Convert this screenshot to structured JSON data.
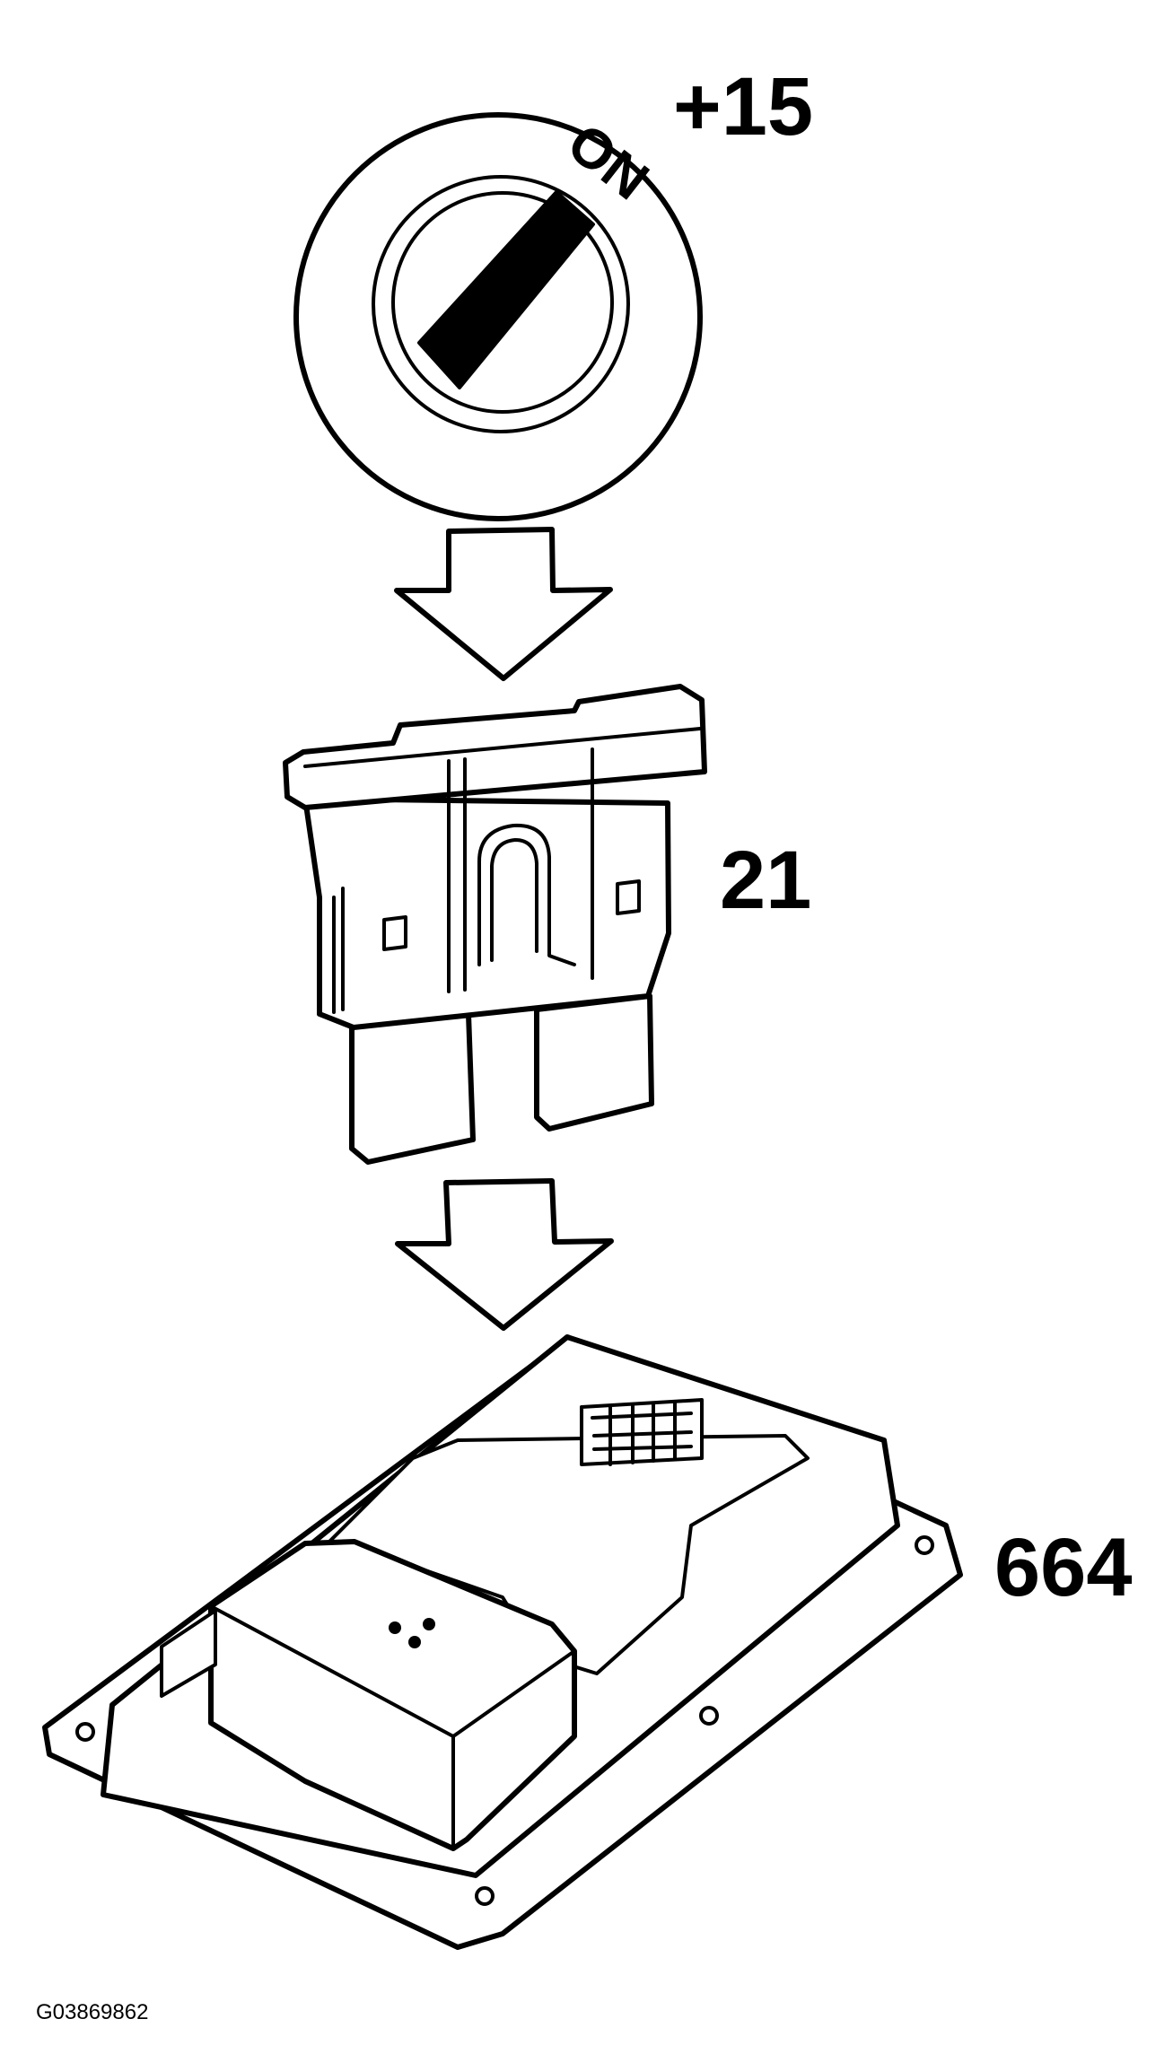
{
  "labels": {
    "terminal": "+15",
    "switch_position": "ON",
    "fuse": "21",
    "control_module": "664",
    "figure_id": "G03869862"
  },
  "icons": [
    "ignition-switch-icon",
    "arrow-down-icon",
    "blade-fuse-icon",
    "control-module-icon"
  ],
  "colors": {
    "line": "#000000",
    "background": "#ffffff"
  }
}
